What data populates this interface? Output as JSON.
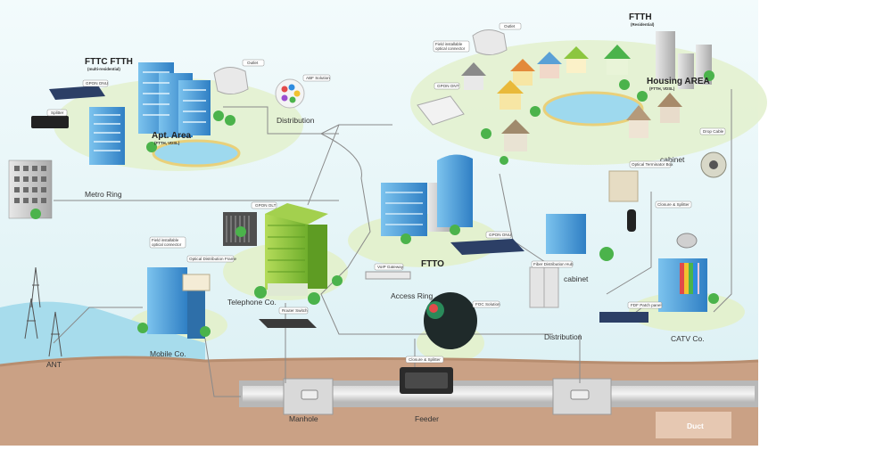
{
  "zones": {
    "fttc_ftth": "FTTC  FTTH",
    "fttc_ftth_sub": "(multi-residential)",
    "apt_area": "Apt. Area",
    "apt_area_sub": "(FTTH, VDSL)",
    "ftth_res": "FTTH",
    "ftth_res_sub": "(Residential)",
    "housing_area": "Housing AREA",
    "housing_area_sub": "(FTTH, VDSL)",
    "ftto": "FTTO"
  },
  "labels": {
    "distribution_top": "Distribution",
    "metro_ring": "Metro Ring",
    "telephone_co": "Telephone Co.",
    "access_ring": "Access Ring",
    "mobile_co": "Mobile Co.",
    "ant": "ANT",
    "cabinet_top": "cabinet",
    "cabinet_mid": "cabinet",
    "distribution_bottom": "Distribution",
    "catv_co": "CATV Co.",
    "manhole": "Manhole",
    "feeder": "Feeder",
    "duct": "Duct"
  },
  "tags": {
    "gpon_onu_left": "GPON ONU",
    "splitter": "Splitter",
    "outlet_left": "Outlet",
    "abf_solution": "ABF Solution",
    "gpon_olt": "GPON OLT",
    "field_conn_left": "Field installable optical connector",
    "odf": "Optical Distribution Frame",
    "router_switch": "Router Switch",
    "voip_gateway": "VoIP Gateway",
    "gpon_onu_mid": "GPON ONU",
    "foc_solution": "FOC Solution",
    "closure_splitter_bottom": "Closure & Splitter",
    "fiber_dist_hub": "Fiber Distribution Hub",
    "field_conn_right": "Field installable optical connector",
    "outlet_right": "Outlet",
    "gpon_onu_right": "GPON ONT",
    "drop_cable": "Drop Cable",
    "optical_term_box": "Optical Terminator Box",
    "closure_splitter_right": "Closure & Splitter",
    "fdf_patch_panel": "FDF Patch panel"
  },
  "colors": {
    "sky_top": "#eaf6f8",
    "ground": "#cfa689",
    "water": "#8fd0e6",
    "building_blue": "#3d8fd0",
    "building_green": "#8cc63f",
    "tree": "#4bb34b",
    "cable": "#8a8a8a"
  }
}
